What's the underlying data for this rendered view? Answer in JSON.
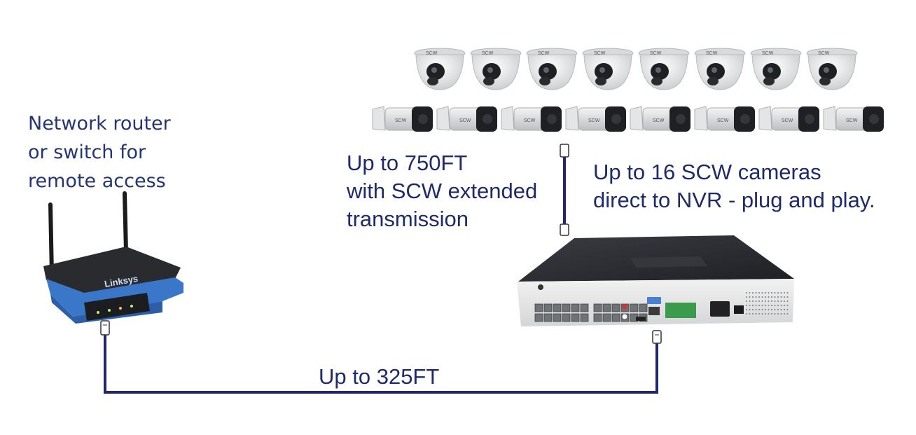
{
  "labels": {
    "router": "Network router\nor switch for\nremote access",
    "extended": "Up to 750FT\nwith SCW extended\ntransmission",
    "cameras": "Up to 16 SCW cameras\ndirect to NVR - plug and play.",
    "bottom_cable": "Up to 325FT"
  },
  "devices": {
    "router_brand": "Linksys",
    "camera_brand": "SCW"
  },
  "colors": {
    "label_text": "#1f2a6b",
    "cable": "#22266a",
    "router_blue": "#3b77c9",
    "nvr_body": "#2a2c31"
  }
}
